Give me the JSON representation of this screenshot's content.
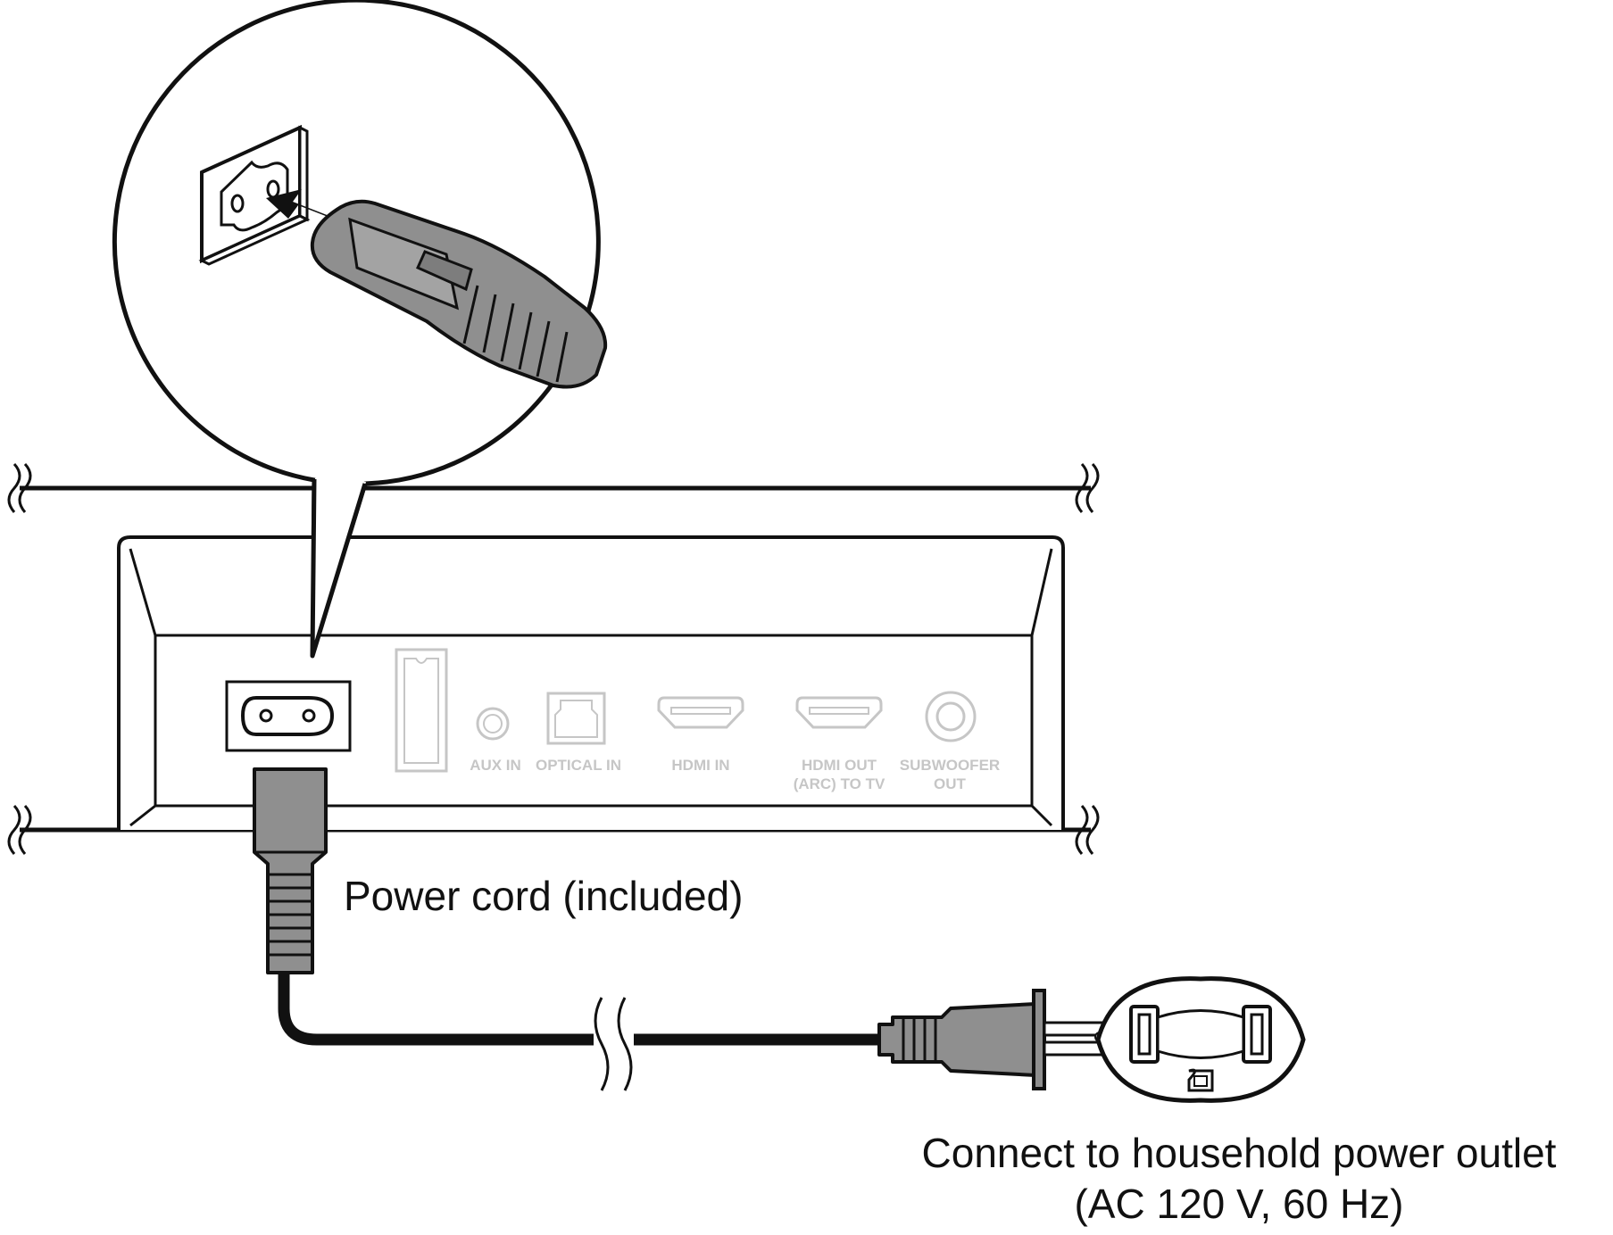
{
  "labels": {
    "power_cord": "Power cord (included)",
    "outlet_line1": "Connect to household power outlet",
    "outlet_line2": "(AC 120 V, 60 Hz)"
  },
  "ports": {
    "aux_in": "AUX IN",
    "optical_in": "OPTICAL IN",
    "hdmi_in": "HDMI IN",
    "hdmi_out_line1": "HDMI OUT",
    "hdmi_out_line2": "(ARC) TO TV",
    "subwoofer_line1": "SUBWOOFER",
    "subwoofer_line2": "OUT"
  },
  "colors": {
    "line": "#111111",
    "plug_fill": "#8f8f8f",
    "port_faded": "#c6c6c6"
  }
}
